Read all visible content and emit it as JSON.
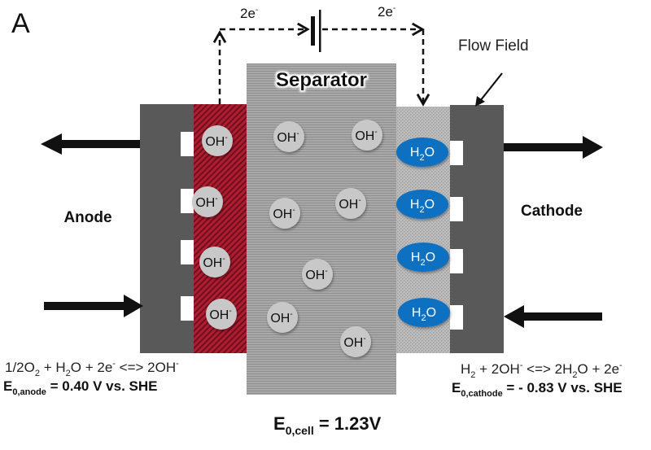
{
  "panel_label": "A",
  "labels": {
    "separator": "Separator",
    "flow_field": "Flow Field",
    "anode": "Anode",
    "cathode": "Cathode"
  },
  "electron_flow": {
    "left": {
      "base": "2e",
      "sup": "-"
    },
    "right": {
      "base": "2e",
      "sup": "-"
    }
  },
  "ions": {
    "hydroxide": {
      "base": "OH",
      "sup": "-"
    },
    "water": {
      "pre": "H",
      "sub": "2",
      "post": "O"
    }
  },
  "anode_reaction": {
    "equation_parts": [
      {
        "t": "1/2O"
      },
      {
        "sub": "2"
      },
      {
        "t": " + H"
      },
      {
        "sub": "2"
      },
      {
        "t": "O + 2e"
      },
      {
        "sup": "-"
      },
      {
        "t": " <=> 2OH"
      },
      {
        "sup": "-"
      }
    ],
    "potential_label": "E",
    "potential_sub": "0,anode",
    "potential_value": " = 0.40 V vs. SHE"
  },
  "cathode_reaction": {
    "equation_parts": [
      {
        "t": "H"
      },
      {
        "sub": "2"
      },
      {
        "t": " + 2OH"
      },
      {
        "sup": "-"
      },
      {
        "t": "  <=> 2H"
      },
      {
        "sub": "2"
      },
      {
        "t": "O + 2e"
      },
      {
        "sup": "-"
      }
    ],
    "potential_label": "E",
    "potential_sub": "0,cathode",
    "potential_value": " = - 0.83 V vs. SHE"
  },
  "cell_potential": {
    "label": "E",
    "sub": "0,cell",
    "value": " = 1.23V"
  },
  "colors": {
    "flow_plate": "#595959",
    "catalyst_anode": "#a3182b",
    "separator": "#a6a6a6",
    "catalyst_cathode": "#b8b8b8",
    "hydroxide_ion": "#c8c8c8",
    "water_molecule": "#0b6fc0"
  }
}
